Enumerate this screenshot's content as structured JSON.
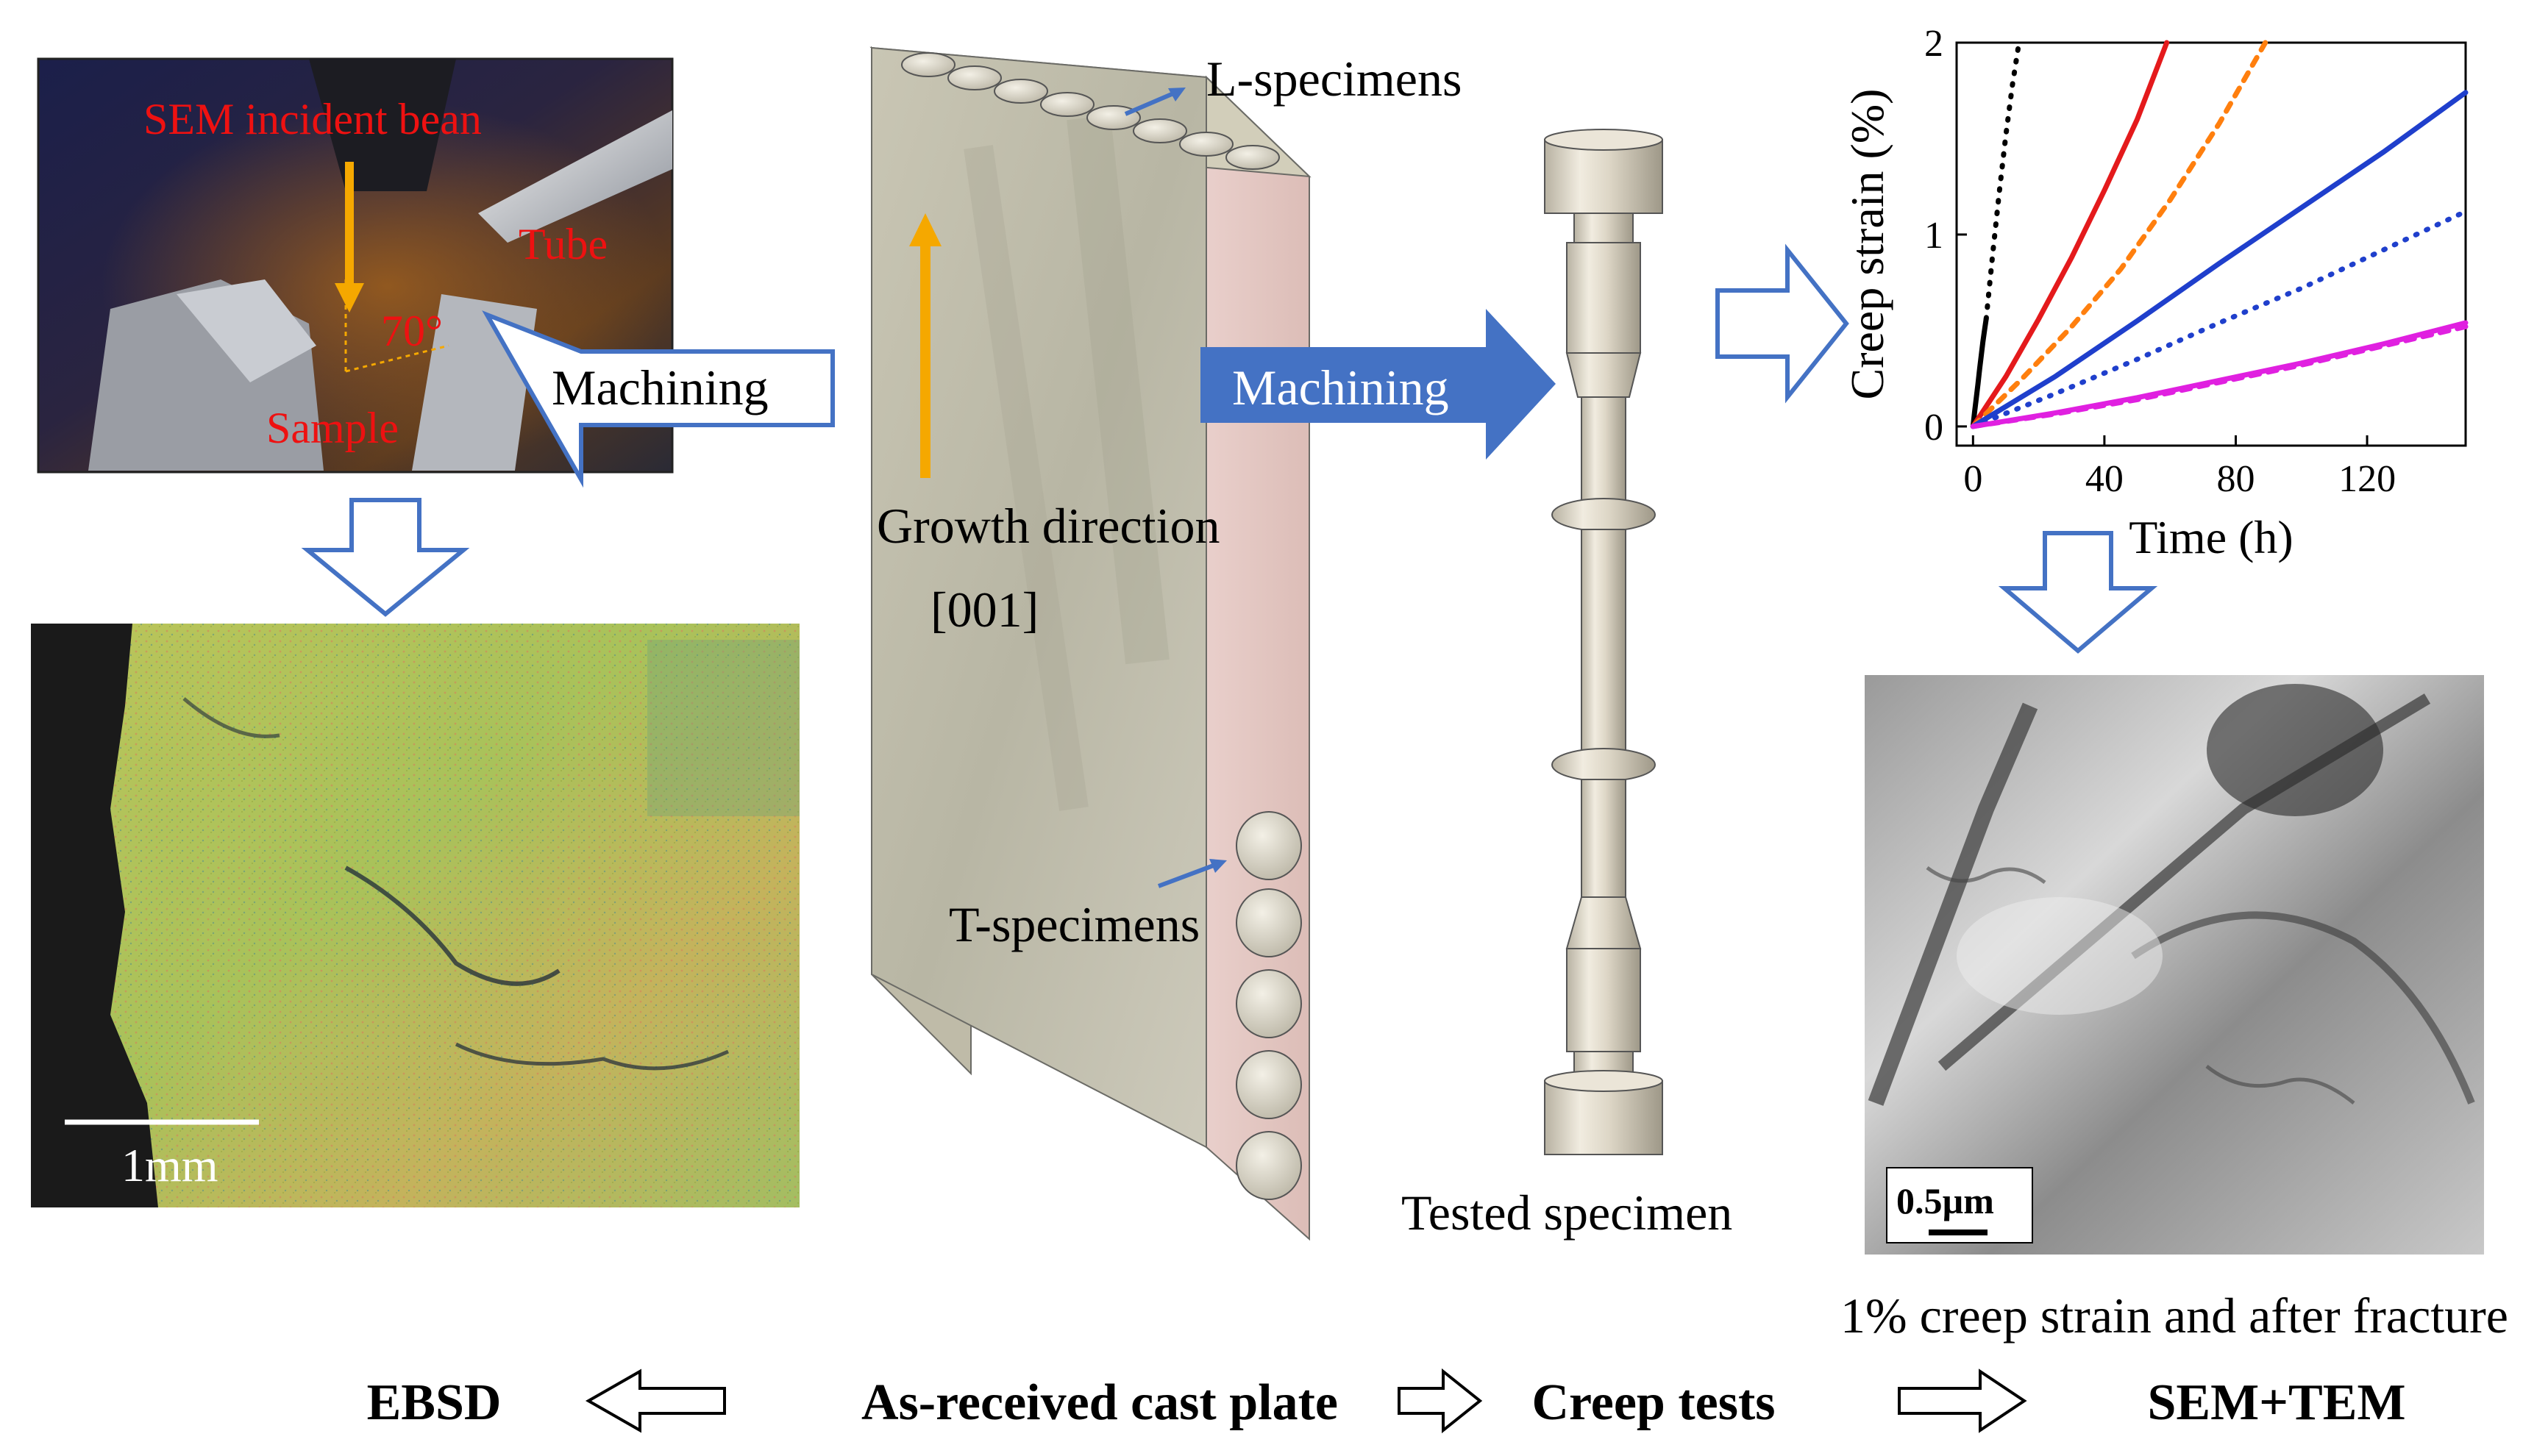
{
  "sem_photo": {
    "beam_label": "SEM incident bean",
    "tube_label": "Tube",
    "angle_label": "70°",
    "sample_label": "Sample",
    "machining_label": "Machining"
  },
  "ebsd_map": {
    "scale_label": "1mm"
  },
  "cast_plate": {
    "l_label": "L-specimens",
    "t_label": "T-specimens",
    "growth_label": "Growth direction",
    "growth_index": "[001]",
    "machining_label": "Machining"
  },
  "specimen": {
    "label": "Tested specimen"
  },
  "tem_image": {
    "scale_label": "0.5µm",
    "caption": "1% creep strain and after fracture"
  },
  "workflow": {
    "step_ebsd": "EBSD",
    "step_plate": "As-received cast plate",
    "step_creep": "Creep tests",
    "step_sem_tem": "SEM+TEM"
  },
  "colors": {
    "outline_arrow": "#4472C4",
    "fill_arrow": "#4472C4",
    "growth_arrow": "#F5A800",
    "sem_text": "#EE1111"
  },
  "chart_data": {
    "type": "line",
    "xlabel": "Time (h)",
    "ylabel": "Creep strain (%)",
    "xlim": [
      -5,
      150
    ],
    "ylim": [
      -0.1,
      2
    ],
    "x_ticks": [
      0,
      40,
      80,
      120
    ],
    "y_ticks": [
      0,
      1,
      2
    ],
    "grid": false,
    "series": [
      {
        "color": "#000000",
        "style": "solid",
        "x": [
          0,
          0.5,
          1,
          1.5,
          2,
          2.5,
          3,
          3.5,
          4
        ],
        "y": [
          0,
          0.08,
          0.15,
          0.22,
          0.3,
          0.37,
          0.44,
          0.5,
          0.56
        ]
      },
      {
        "color": "#000000",
        "style": "dotted",
        "x": [
          4,
          6,
          8,
          10,
          12,
          14
        ],
        "y": [
          0.56,
          0.9,
          1.22,
          1.52,
          1.78,
          2.0
        ]
      },
      {
        "color": "#E41A1C",
        "style": "solid",
        "x": [
          0,
          10,
          20,
          30,
          40,
          50,
          59
        ],
        "y": [
          0,
          0.26,
          0.56,
          0.88,
          1.23,
          1.6,
          2.0
        ]
      },
      {
        "color": "#FF7F0E",
        "style": "dashed",
        "x": [
          0,
          15,
          30,
          45,
          60,
          75,
          89
        ],
        "y": [
          0,
          0.25,
          0.52,
          0.82,
          1.18,
          1.58,
          2.0
        ]
      },
      {
        "color": "#1F3FCC",
        "style": "solid",
        "x": [
          0,
          25,
          50,
          75,
          100,
          125,
          150
        ],
        "y": [
          0,
          0.26,
          0.55,
          0.85,
          1.14,
          1.43,
          1.74
        ]
      },
      {
        "color": "#1F3FCC",
        "style": "dotted",
        "x": [
          0,
          25,
          50,
          75,
          100,
          125,
          150
        ],
        "y": [
          0,
          0.17,
          0.35,
          0.54,
          0.72,
          0.92,
          1.12
        ]
      },
      {
        "color": "#E020E0",
        "style": "solid",
        "x": [
          0,
          25,
          50,
          75,
          100,
          125,
          150
        ],
        "y": [
          0,
          0.07,
          0.15,
          0.24,
          0.33,
          0.43,
          0.54
        ]
      },
      {
        "color": "#E020E0",
        "style": "dashed",
        "x": [
          0,
          25,
          50,
          75,
          100,
          125,
          150
        ],
        "y": [
          0,
          0.065,
          0.14,
          0.23,
          0.32,
          0.42,
          0.52
        ]
      }
    ]
  }
}
